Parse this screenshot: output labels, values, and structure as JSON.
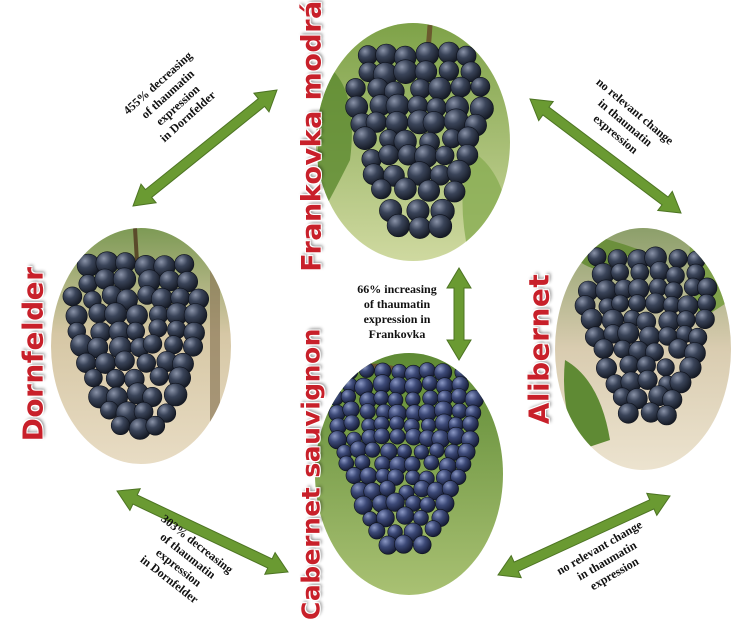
{
  "colors": {
    "arrow_fill": "#6a9a32",
    "arrow_stroke": "#4d7423",
    "variety_text": "#c8202a",
    "grape_dark": "#2b3448",
    "leaf_green": "#6f9a3c"
  },
  "varieties": {
    "frankovka": "Frankovka modrá",
    "dornfelder": "Dornfelder",
    "alibernet": "Alibernet",
    "cabernet": "Cabernet sauvignon"
  },
  "annotations": {
    "top_left": [
      "455% decreasing",
      "of thaumatin",
      "expression",
      "in Dornfelder"
    ],
    "top_right": [
      "no relevant change",
      "in thaumatin",
      "expression"
    ],
    "center": [
      "66% increasing",
      "of thaumatin",
      "expression in",
      "Frankovka"
    ],
    "bottom_left": [
      "303% decreasing",
      "of thaumatin",
      "expression",
      "in Dornfelder"
    ],
    "bottom_right": [
      "no relevant change",
      "in thaumatin",
      "expression"
    ]
  },
  "icons": [
    "double-arrow-icon",
    "grape-cluster-photo"
  ]
}
